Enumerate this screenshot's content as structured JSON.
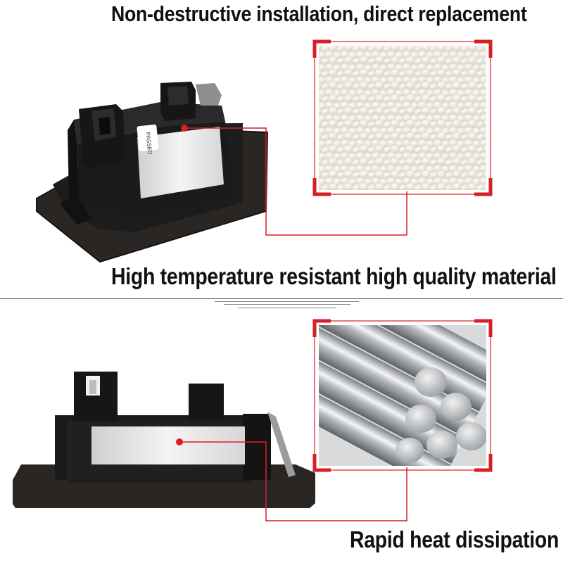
{
  "headings": {
    "install": "Non-destructive installation, direct replacement",
    "material": "High temperature resistant high quality material",
    "heat": "Rapid heat dissipation"
  },
  "label_text": "PASSED",
  "colors": {
    "accent": "#d61f26",
    "housing": "#1b1b1b",
    "gasket": "#2a2624",
    "lens": "#e9e9ea",
    "pellets": "#ede9dd",
    "steel": "#b9bcbf"
  },
  "icons": [
    "pellet-texture-icon",
    "steel-rods-icon"
  ]
}
